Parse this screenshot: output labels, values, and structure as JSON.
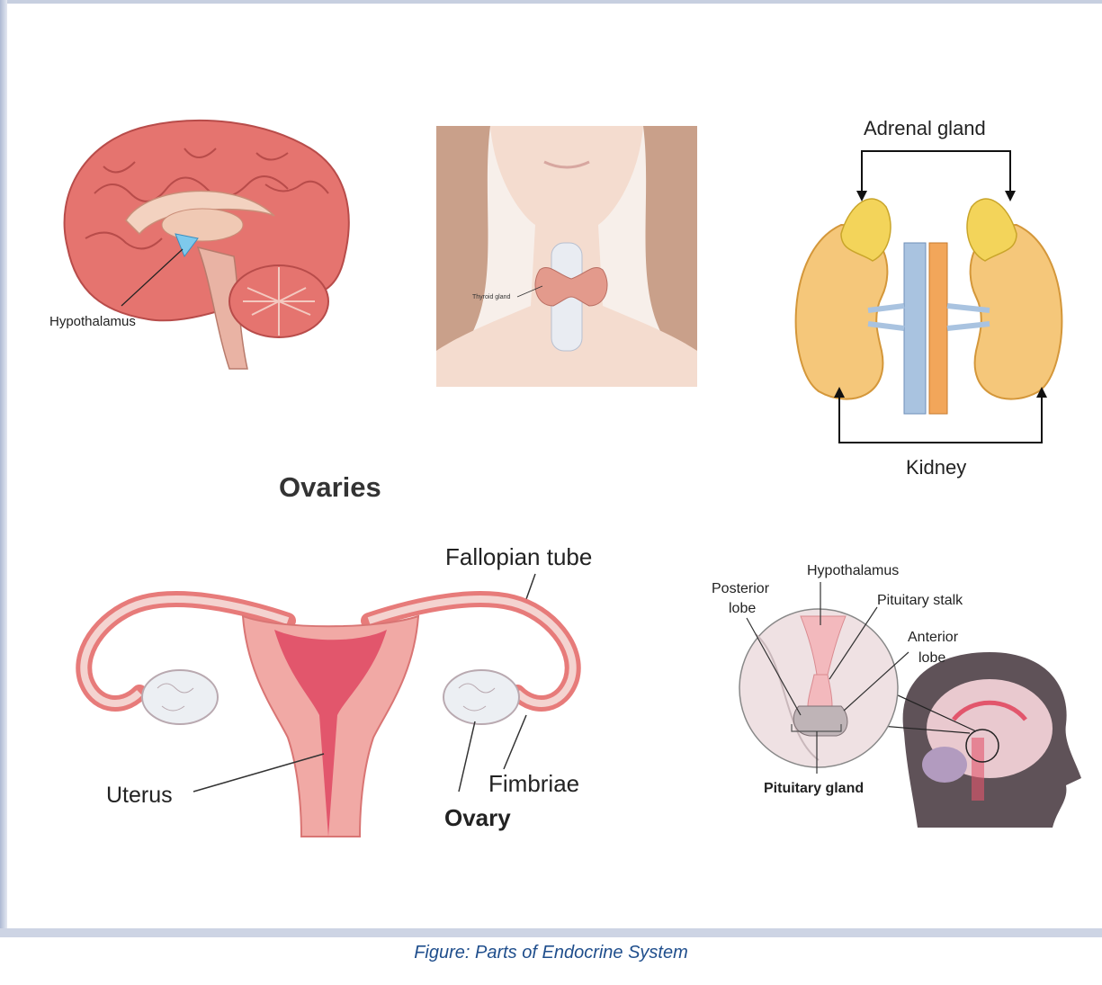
{
  "figure": {
    "caption": "Figure: Parts of Endocrine System"
  },
  "brain_panel": {
    "label": "Hypothalamus"
  },
  "thyroid_panel": {
    "label": "Thyroid gland"
  },
  "adrenal_panel": {
    "top_label": "Adrenal gland",
    "bottom_label": "Kidney"
  },
  "ovaries_panel": {
    "title": "Ovaries",
    "labels": {
      "fallopian": "Fallopian tube",
      "uterus": "Uterus",
      "fimbriae": "Fimbriae",
      "ovary": "Ovary"
    }
  },
  "pituitary_panel": {
    "labels": {
      "hypothalamus": "Hypothalamus",
      "posterior_1": "Posterior",
      "posterior_2": "lobe",
      "stalk": "Pituitary stalk",
      "anterior_1": "Anterior",
      "anterior_2": "lobe",
      "gland": "Pituitary gland"
    }
  },
  "colors": {
    "brain": "#e5746f",
    "kidney": "#f5c77a",
    "adrenal": "#f3d45a",
    "uterus": "#f1a9a5",
    "caption": "#1f4e8c"
  }
}
